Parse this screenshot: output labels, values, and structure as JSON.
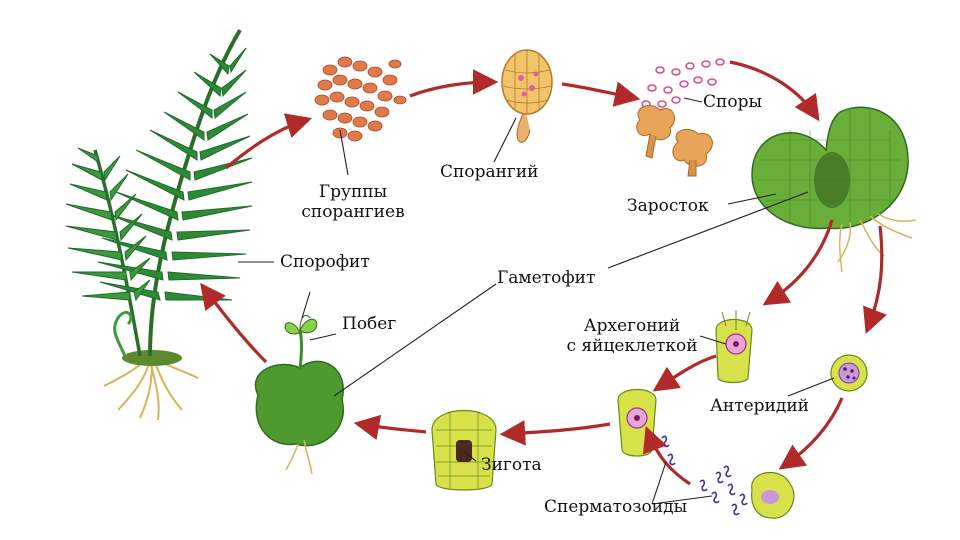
{
  "labels": {
    "sporangium_groups": "Группы\nспорангиев",
    "sporangium": "Спорангий",
    "spores": "Споры",
    "prothallus": "Заросток",
    "sporophyte": "Спорофит",
    "gametophyte": "Гаметофит",
    "shoot": "Побег",
    "archegonium": "Архегоний\nс яйцеклеткой",
    "antheridium": "Антеридий",
    "zygote": "Зигота",
    "spermatozoids": "Сперматозоиды"
  },
  "colors": {
    "arrow": "#b02a2a",
    "fern_dark": "#1e6b2c",
    "fern_light": "#3c9a3a",
    "prothallus": "#6aae3a",
    "cell": "#d7e24a",
    "spore": "#e07a4a",
    "egg": "#c24fa0",
    "root": "#d8b35a"
  }
}
